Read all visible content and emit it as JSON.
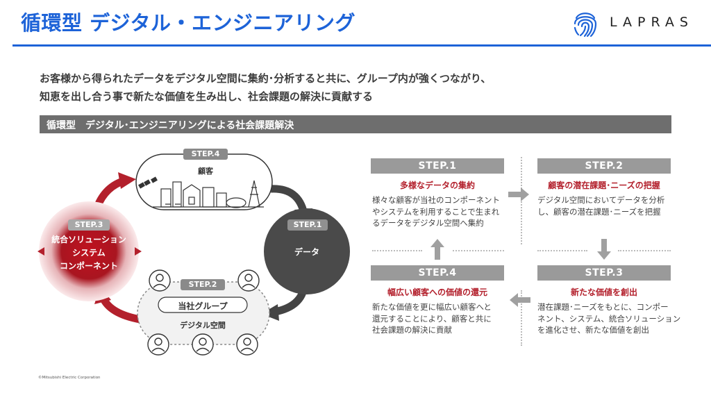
{
  "header": {
    "title": "循環型 デジタル・エンジニアリング",
    "logo_text": "LAPRAS",
    "accent_color": "#1d63d8"
  },
  "intro": {
    "line1": "お客様から得られたデータをデジタル空間に集約･分析すると共に、グループ内が強くつながり、",
    "line2": "知恵を出し合う事で新たな価値を生み出し、社会課題の解決に貢献する"
  },
  "section": {
    "title": "循環型　デジタル･エンジニアリングによる社会課題解決"
  },
  "cycle": {
    "customer": {
      "step": "STEP.4",
      "label": "顧客"
    },
    "data": {
      "step": "STEP.1",
      "label": "データ"
    },
    "group": {
      "step": "STEP.2",
      "pill": "当社グループ",
      "label": "デジタル空間"
    },
    "solution": {
      "step": "STEP.3",
      "line1": "統合ソリューション",
      "line2": "システム",
      "line3": "コンポーネント"
    },
    "colors": {
      "red": "#b3202c",
      "dark": "#444444",
      "light": "#f2f2f2"
    }
  },
  "flow": {
    "step1": {
      "label": "STEP.1",
      "title": "多様なデータの集約",
      "lines": [
        "様々な顧客が当社のコンポーネント",
        "やシステムを利用することで生まれ",
        "るデータをデジタル空間へ集約"
      ]
    },
    "step2": {
      "label": "STEP.2",
      "title": "顧客の潜在課題･ニーズの把握",
      "lines": [
        "デジタル空間においてデータを分析",
        "し、顧客の潜在課題･ニーズを把握"
      ]
    },
    "step3": {
      "label": "STEP.3",
      "title": "新たな価値を創出",
      "lines": [
        "潜在課題･ニーズをもとに、コンポー",
        "ネント、システム、統合ソリューション",
        "を進化させ、新たな価値を創出"
      ]
    },
    "step4": {
      "label": "STEP.4",
      "title": "幅広い顧客への価値の還元",
      "lines": [
        "新たな価値を更に幅広い顧客へと",
        "還元することにより、顧客と共に",
        "社会課題の解決に貢献"
      ]
    }
  },
  "footer": {
    "copyright": "©Mitsubishi Electric Corporation"
  }
}
